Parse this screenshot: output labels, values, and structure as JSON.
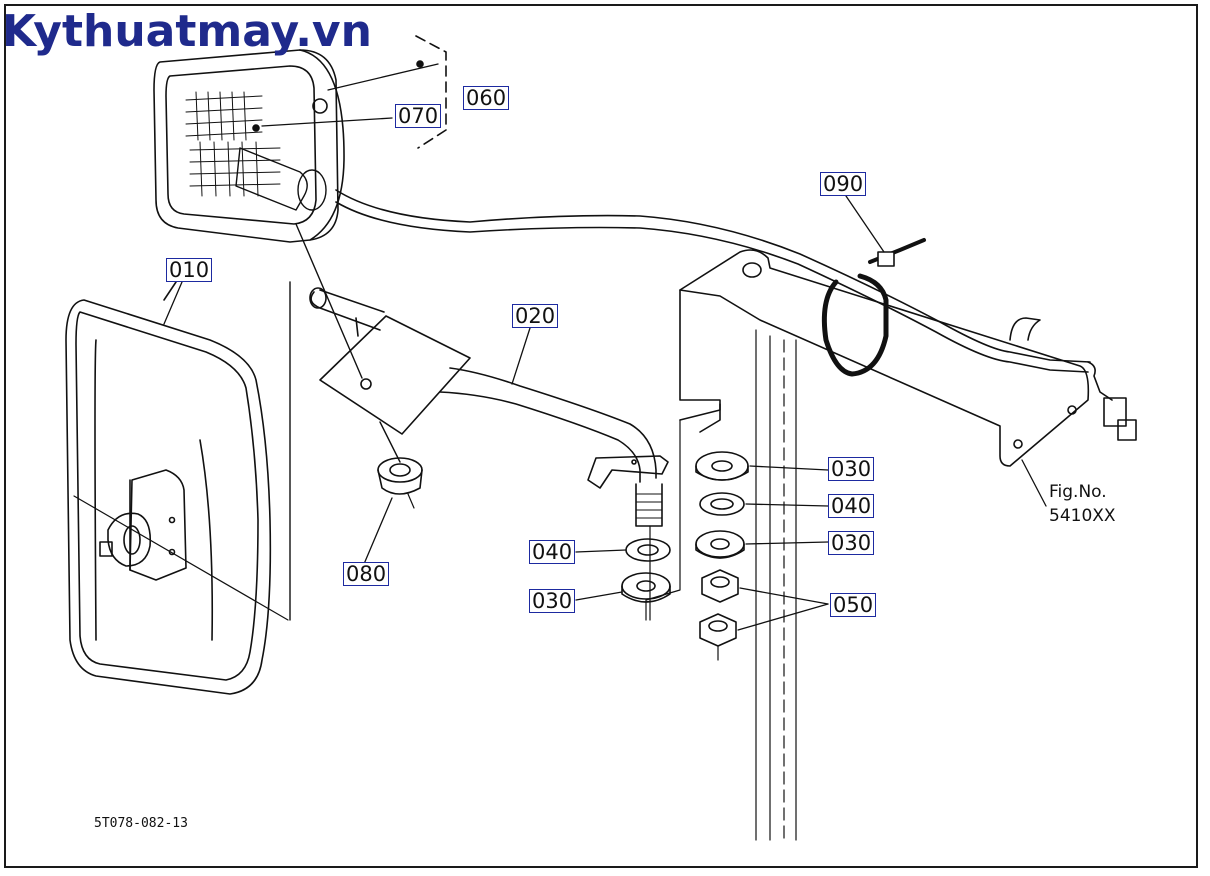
{
  "watermark": "Kythuatmay.vn",
  "figure": {
    "fig_label": "Fig.No.",
    "fig_number": "5410XX"
  },
  "drawing_number": "5T078-082-13",
  "callouts": {
    "c010": "010",
    "c020": "020",
    "c030a": "030",
    "c030b": "030",
    "c030c": "030",
    "c040a": "040",
    "c040b": "040",
    "c050": "050",
    "c060": "060",
    "c070": "070",
    "c080": "080",
    "c090": "090"
  },
  "colors": {
    "label_border": "#1d2aa0",
    "watermark": "#1f2a8c",
    "line": "#111111"
  }
}
